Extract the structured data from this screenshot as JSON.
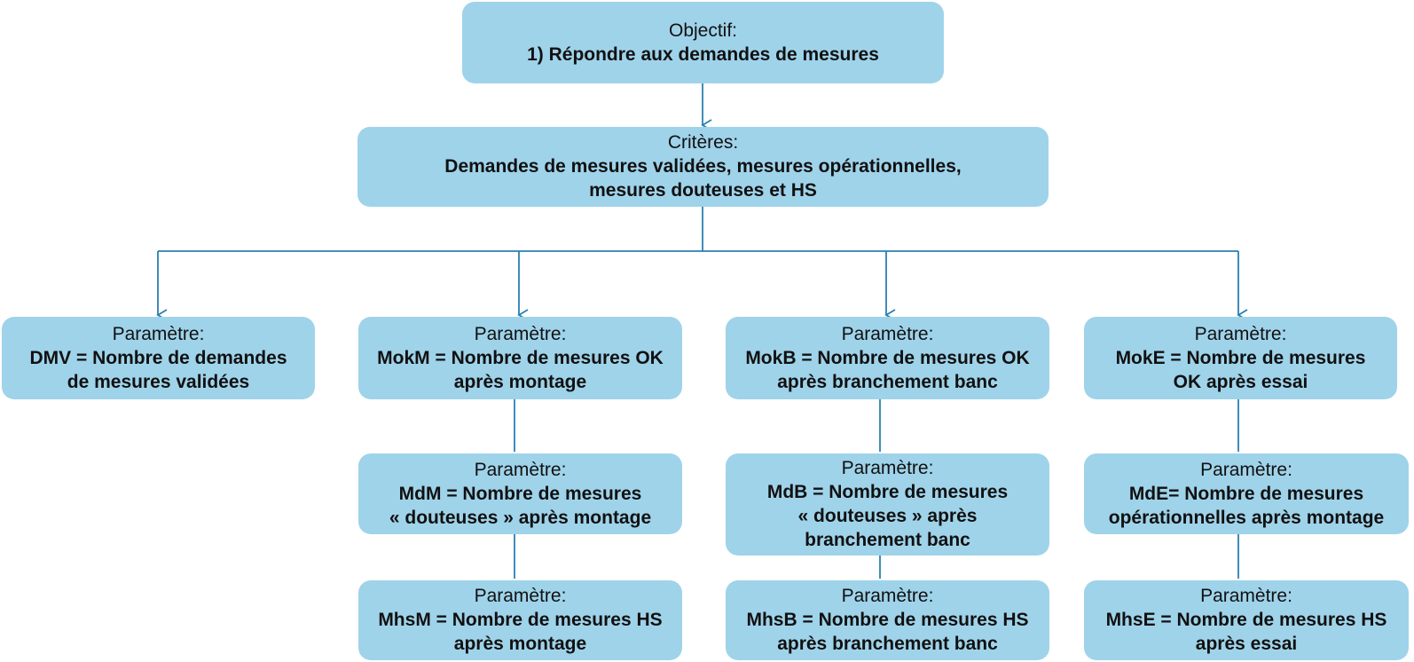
{
  "colors": {
    "box": "#9fd3ea",
    "connector": "#2b7fb2"
  },
  "objective": {
    "label": "Objectif:",
    "text": "1) Répondre aux demandes de mesures"
  },
  "criteria": {
    "label": "Critères:",
    "text": "Demandes de mesures validées, mesures opérationnelles,\nmesures douteuses et HS"
  },
  "columns": [
    {
      "parameters": [
        {
          "label": "Paramètre:",
          "code": "DMV",
          "desc": " = Nombre de demandes\nde mesures validées"
        }
      ]
    },
    {
      "parameters": [
        {
          "label": "Paramètre:",
          "code": "MokM",
          "desc": " = Nombre de mesures OK\naprès montage"
        },
        {
          "label": "Paramètre:",
          "code": "MdM",
          "desc": " = Nombre de mesures\n« douteuses » après montage"
        },
        {
          "label": "Paramètre:",
          "code": "MhsM",
          "desc": " = Nombre de mesures HS\naprès montage"
        }
      ]
    },
    {
      "parameters": [
        {
          "label": "Paramètre:",
          "code": "MokB",
          "desc": " = Nombre de mesures OK\naprès branchement banc"
        },
        {
          "label": "Paramètre:",
          "code": "MdB",
          "desc": " = Nombre de mesures\n« douteuses » après\nbranchement banc"
        },
        {
          "label": "Paramètre:",
          "code": "MhsB",
          "desc": " = Nombre de mesures HS\naprès branchement banc"
        }
      ]
    },
    {
      "parameters": [
        {
          "label": "Paramètre:",
          "code": "MokE",
          "desc": " = Nombre de mesures\nOK après essai"
        },
        {
          "label": "Paramètre:",
          "code": "MdE",
          "desc": "= Nombre de mesures\nopérationnelles après montage"
        },
        {
          "label": "Paramètre:",
          "code": "MhsE",
          "desc": " = Nombre de mesures HS\naprès essai"
        }
      ]
    }
  ]
}
